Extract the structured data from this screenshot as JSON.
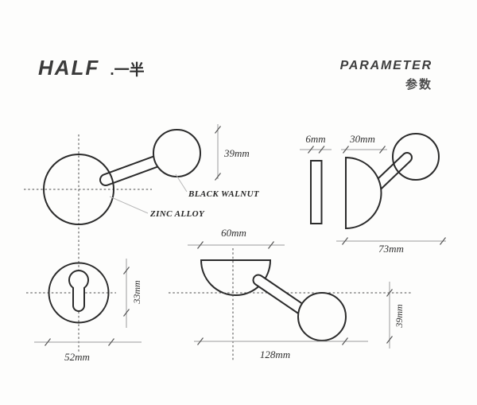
{
  "header": {
    "brand": "HALF",
    "brand_suffix": ".一半",
    "section_title": "PARAMETER",
    "section_subtitle": "参数"
  },
  "front_view": {
    "ball_height": "39mm",
    "material_ball": "BLACK WALNUT",
    "material_body": "ZINC ALLOY"
  },
  "side_view": {
    "plate_thickness": "6mm",
    "dome_depth": "30mm",
    "overall_depth": "73mm"
  },
  "rosette_view": {
    "keyhole_height": "33mm",
    "rosette_diameter": "52mm"
  },
  "top_view": {
    "dome_width": "60mm",
    "overall_length": "128mm",
    "ball_diameter": "39mm"
  },
  "colors": {
    "line": "#2b2b2b",
    "dimension": "#9c9c9c",
    "text": "#2f2f2f"
  }
}
